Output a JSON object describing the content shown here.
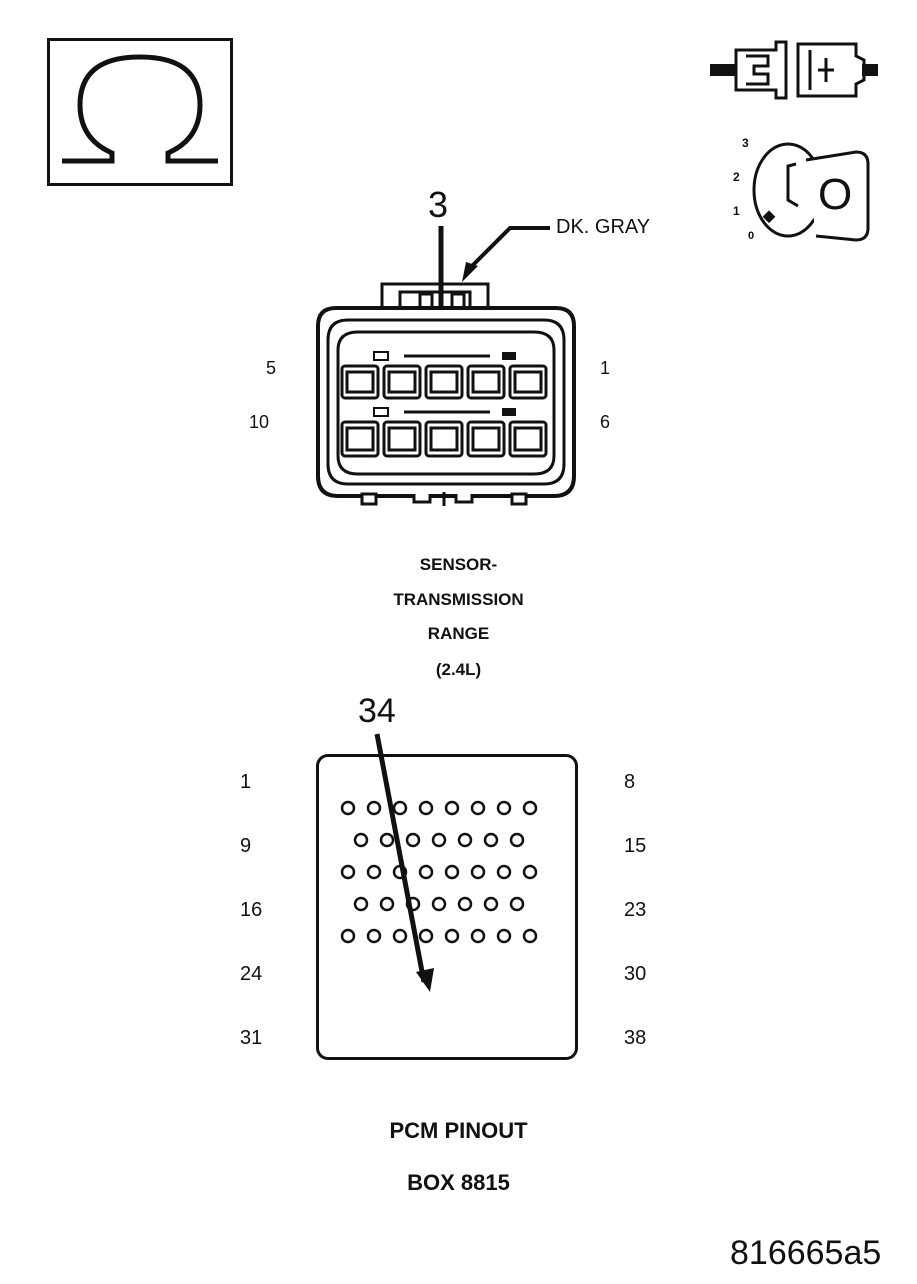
{
  "meter_icon": {
    "symbol": "Ω",
    "name": "ohmmeter-icon"
  },
  "key_icon": {
    "positions": [
      "3",
      "2",
      "1",
      "0"
    ],
    "key_label": "O"
  },
  "connector_icon": {
    "name": "connector-disconnect-icon"
  },
  "sensor_connector": {
    "callout_pin": "3",
    "wire_color_label": "DK. GRAY",
    "pin_labels": {
      "top_left": "5",
      "top_right": "1",
      "bottom_left": "10",
      "bottom_right": "6"
    },
    "caption": [
      "SENSOR-",
      "TRANSMISSION",
      "RANGE",
      "(2.4L)"
    ]
  },
  "pcm_connector": {
    "callout_pin": "34",
    "left_labels": [
      "1",
      "9",
      "16",
      "24",
      "31"
    ],
    "right_labels": [
      "8",
      "15",
      "23",
      "30",
      "38"
    ],
    "row_pin_counts": [
      8,
      7,
      8,
      7,
      8
    ],
    "caption": [
      "PCM PINOUT",
      "BOX 8815"
    ]
  },
  "figure_id": "816665a5"
}
